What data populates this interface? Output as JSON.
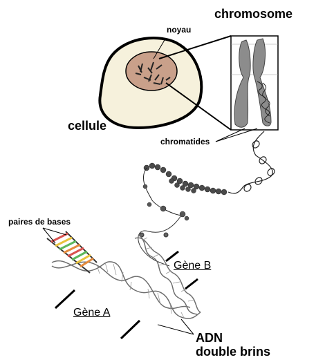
{
  "labels": {
    "chromosome": "chromosome",
    "noyau": "noyau",
    "cellule": "cellule",
    "chromatides": "chromatides",
    "paires_de_bases": "paires de bases",
    "gene_b": "Gène B",
    "gene_a": "Gène A",
    "adn_line1": "ADN",
    "adn_line2": "double brins"
  },
  "colors": {
    "cell_fill": "#f6f1dc",
    "nucleus_fill": "#c9a08a",
    "chromosome_fill": "#8c8c8c",
    "dna_strand": "#6e6e6e",
    "base_pair_colors": [
      "#d9534f",
      "#e8c23c",
      "#5cb85c",
      "#e58b3c"
    ]
  }
}
